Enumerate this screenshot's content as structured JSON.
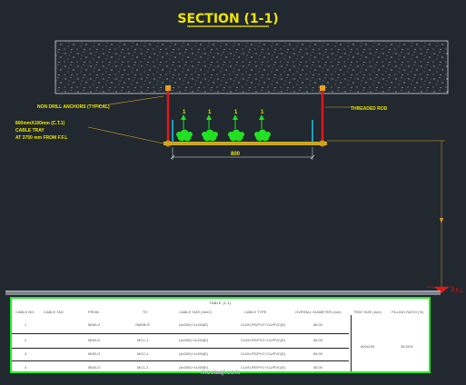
{
  "title": "SECTION (1-1)",
  "labels": {
    "anchors": "NON DRILL ANCHORS (TYPICAL)",
    "tray_size": "800mmX100mm (C.T.1)",
    "tray_name": "CABLE TRAY",
    "tray_height": "AT 3750 mm FROM F.F.L",
    "rod": "THREADED ROD",
    "dimension": "800",
    "ffl": "F.F.L",
    "cable_numbers": [
      "1",
      "1",
      "1",
      "1"
    ]
  },
  "table": {
    "title": "TABLE (1-1)",
    "headers": [
      "CABLE NO.",
      "CABLE TAG",
      "FROM",
      "TO",
      "CABLE SIZE (mm2)",
      "CABLE TYPE",
      "OVERALL DIAMETER (mm)",
      "TRAY SIZE (mm)",
      "FILLING RATIO (%)"
    ],
    "rows": [
      [
        "1",
        "",
        "MDB-G",
        "SMDB-R",
        "(4x300)+1x150(E)",
        "CU/XLPE/PVC+CU/PVC(E)",
        "56.00"
      ],
      [
        "2",
        "",
        "MDB-G",
        "MCC-1",
        "(4x300)+1x150(E)",
        "CU/XLPE/PVC+CU/PVC(E)",
        "56.00"
      ],
      [
        "3",
        "",
        "MDB-G",
        "MCC-1",
        "(4x300)+1x150(E)",
        "CU/XLPE/PVC+CU/PVC(E)",
        "56.00"
      ],
      [
        "4",
        "",
        "MDB-G",
        "MCC-1",
        "(4x300)+1x150(E)",
        "CU/XLPE/PVC+CU/PVC(E)",
        "56.00"
      ]
    ],
    "tray_size_value": "800x100",
    "filling_ratio_value": "35.54%"
  },
  "watermark": "mostaql.com",
  "colors": {
    "background": "#212830",
    "title": "#f0e600",
    "rod": "#e01818",
    "cable": "#22e022",
    "cyan_marker": "#18c8e8",
    "tray": "#e8a020",
    "leader": "#e8a020",
    "table_border": "#22ee22"
  }
}
